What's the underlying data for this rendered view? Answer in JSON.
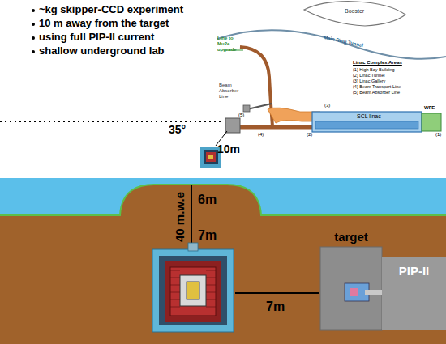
{
  "diagram": {
    "nodes": [
      {
        "text": [
          "target"
        ]
      },
      {
        "text": [
          "PIP-II"
        ]
      }
    ],
    "labels": [
      "~kg skipper-CCD experiment",
      "10 m away from the target",
      "using full PIP-II current",
      "shallow underground lab",
      "Booster",
      "Main Ring Tunnel",
      "Line to Mu2e upgrade",
      "Beam Absorber Line",
      "Linac Complex Areas",
      "(1) High Bay Building",
      "(2) Linac Tunnel",
      "(3) Linac Gallery",
      "(4) Beam Transport Line",
      "(5) Beam Absorber Line",
      "SCL linac",
      "WFE",
      "(1)",
      "(2)",
      "(3)",
      "(4)",
      "(5)",
      "35°",
      "10m",
      "6m",
      "40 m.w.e",
      "7m",
      "7m"
    ]
  }
}
